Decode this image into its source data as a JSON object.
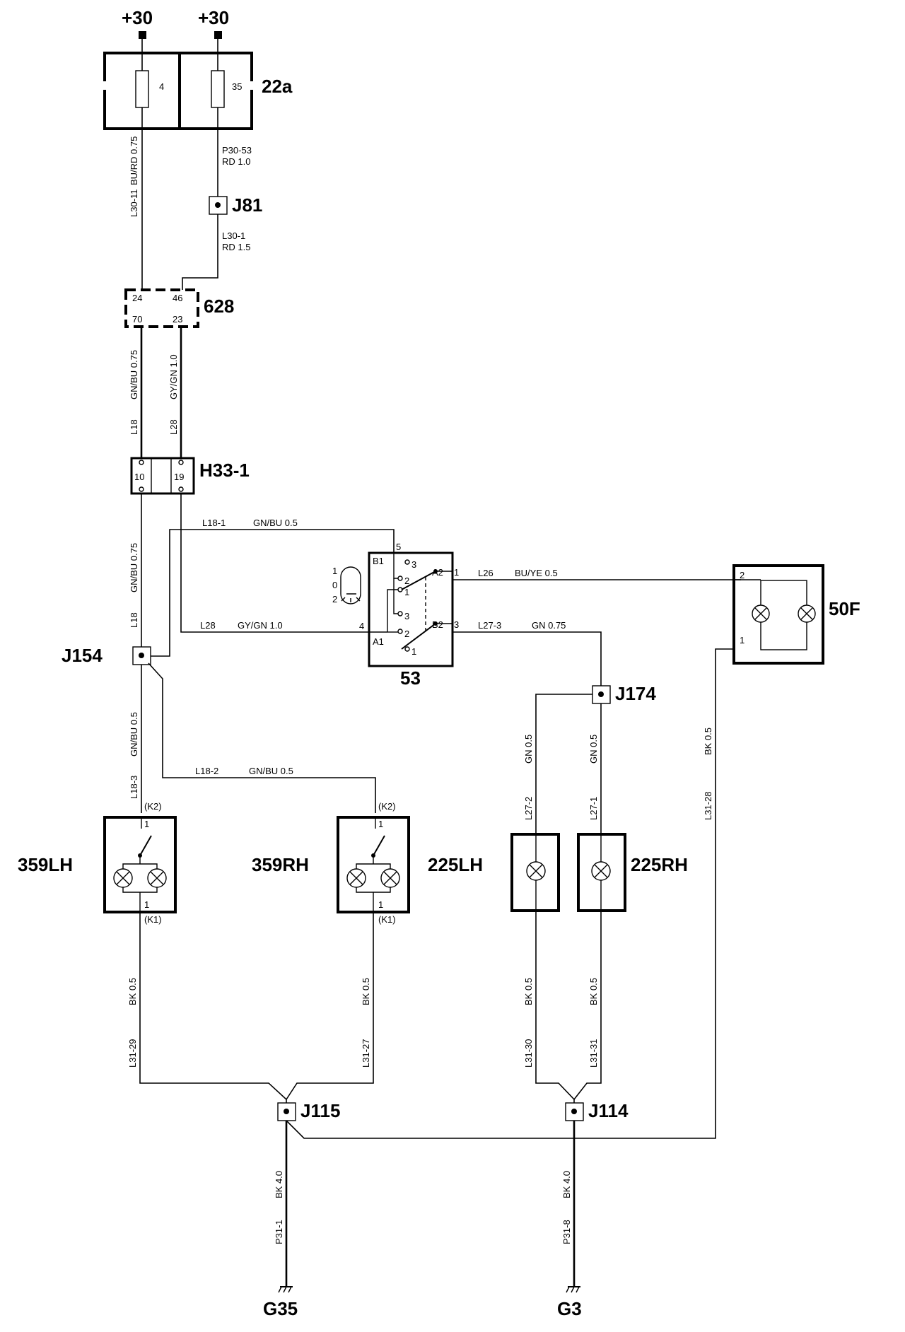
{
  "supplies": [
    {
      "id": "supply-left",
      "label": "+30"
    },
    {
      "id": "supply-right",
      "label": "+30"
    }
  ],
  "fusebox": {
    "label": "22a",
    "fuses": [
      "4",
      "35"
    ]
  },
  "connector_628": {
    "label": "628",
    "pins": [
      "24",
      "46",
      "70",
      "23"
    ]
  },
  "connector_h33": {
    "label": "H33-1",
    "pins": [
      "10",
      "19"
    ]
  },
  "switch_53": {
    "label": "53",
    "positions": [
      "1",
      "0",
      "2"
    ],
    "terminals": [
      "B1",
      "A2",
      "B2",
      "A1",
      "5",
      "1",
      "4",
      "3"
    ],
    "contacts": [
      "3",
      "2",
      "1",
      "3",
      "2",
      "1"
    ]
  },
  "lamp_50f": {
    "label": "50F",
    "pins": [
      "2",
      "1"
    ]
  },
  "lamp_359lh": {
    "label": "359LH",
    "pin_top": "1",
    "pin_bottom": "1",
    "k_top": "(K2)",
    "k_bottom": "(K1)"
  },
  "lamp_359rh": {
    "label": "359RH",
    "pin_top": "1",
    "pin_bottom": "1",
    "k_top": "(K2)",
    "k_bottom": "(K1)"
  },
  "lamp_225lh": {
    "label": "225LH"
  },
  "lamp_225rh": {
    "label": "225RH"
  },
  "junctions": {
    "j81": "J81",
    "j154": "J154",
    "j174": "J174",
    "j115": "J115",
    "j114": "J114"
  },
  "grounds": {
    "g35": "G35",
    "g3": "G3"
  },
  "wires": {
    "bu_rd": "BU/RD 0.75",
    "l30_11": "L30-11",
    "p30_53": "P30-53",
    "rd_10": "RD 1.0",
    "l30_1": "L30-1",
    "rd_15": "RD 1.5",
    "gn_bu_075_top": "GN/BU 0.75",
    "l18_top": "L18",
    "gy_gn_10_vert": "GY/GN 1.0",
    "l28_vert": "L28",
    "gn_bu_075_mid": "GN/BU 0.75",
    "l18_mid": "L18",
    "l18_1": "L18-1",
    "gn_bu_05_l18_1": "GN/BU 0.5",
    "l28_horiz": "L28",
    "gy_gn_10_horiz": "GY/GN 1.0",
    "l26": "L26",
    "bu_ye_05": "BU/YE 0.5",
    "l27_3": "L27-3",
    "gn_075": "GN 0.75",
    "gn_bu_05_down": "GN/BU 0.5",
    "l18_3": "L18-3",
    "l18_2": "L18-2",
    "gn_bu_05_l18_2": "GN/BU 0.5",
    "gn_05_left": "GN 0.5",
    "l27_2": "L27-2",
    "gn_05_right": "GN 0.5",
    "l27_1": "L27-1",
    "bk_05_right": "BK 0.5",
    "l31_28": "L31-28",
    "bk_05_a": "BK 0.5",
    "l31_29": "L31-29",
    "bk_05_b": "BK 0.5",
    "l31_27": "L31-27",
    "bk_05_c": "BK 0.5",
    "l31_30": "L31-30",
    "bk_05_d": "BK 0.5",
    "l31_31": "L31-31",
    "bk_40_a": "BK 4.0",
    "p31_1": "P31-1",
    "bk_40_b": "BK 4.0",
    "p31_8": "P31-8"
  }
}
